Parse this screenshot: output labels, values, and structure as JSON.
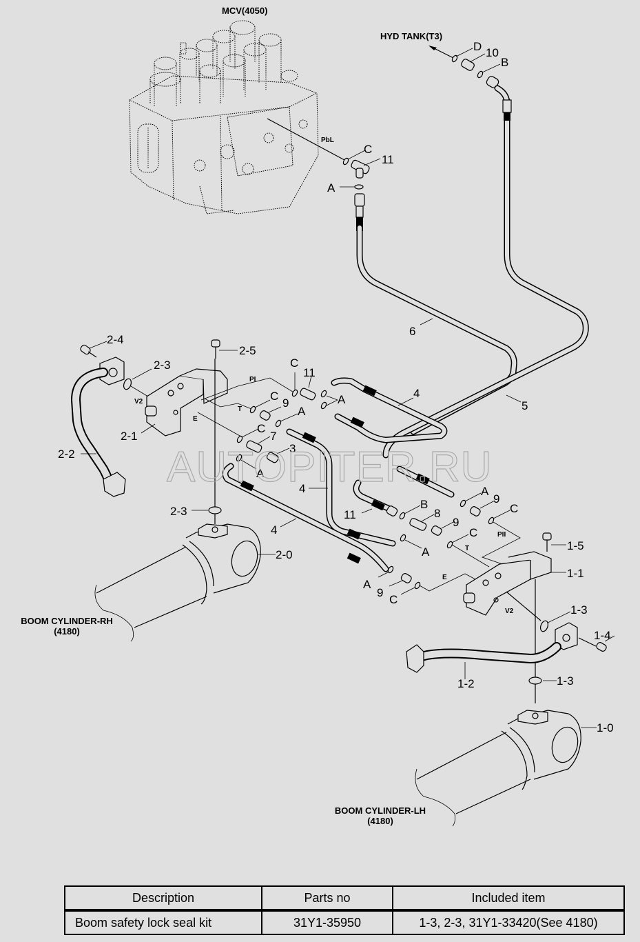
{
  "diagram": {
    "components": {
      "mcv": "MCV(4050)",
      "hyd_tank": "HYD TANK(T3)",
      "boom_rh_name": "BOOM CYLINDER-RH",
      "boom_rh_ref": "(4180)",
      "boom_lh_name": "BOOM CYLINDER-LH",
      "boom_lh_ref": "(4180)"
    },
    "port_labels": {
      "pbl": "PbL",
      "pi_rh": "PI",
      "t_rh": "T",
      "e_rh": "E",
      "v2_rh": "V2",
      "pi_lh": "PII",
      "t_lh": "T",
      "e_lh": "E",
      "v2_lh": "V2"
    },
    "callouts": {
      "d_top": "D",
      "p10": "10",
      "b_top": "B",
      "c_mcv": "C",
      "p11_mcv": "11",
      "a_mcv": "A",
      "p6": "6",
      "p5": "5",
      "p2_4": "2-4",
      "p2_5": "2-5",
      "p2_3_top": "2-3",
      "p2_1": "2-1",
      "p2_2": "2-2",
      "p2_3_bot": "2-3",
      "p2_0": "2-0",
      "c_r1": "C",
      "p11_r": "11",
      "a_r1": "A",
      "p4_top": "4",
      "c_r2": "C",
      "p9_r": "9",
      "a_r2": "A",
      "c_r3": "C",
      "p7": "7",
      "p3": "3",
      "a_r3": "A",
      "p4_mid": "4",
      "p4_left": "4",
      "p11_l": "11",
      "b_l": "B",
      "p8": "8",
      "a_l1": "A",
      "p9_l1": "9",
      "c_l1": "C",
      "p9_l2": "9",
      "c_l2": "C",
      "a_l2": "A",
      "a_l3": "A",
      "p9_l3": "9",
      "c_l3": "C",
      "p1_5": "1-5",
      "p1_1": "1-1",
      "p1_3_top": "1-3",
      "p1_4": "1-4",
      "p1_2": "1-2",
      "p1_3_bot": "1-3",
      "p1_0": "1-0"
    },
    "watermark": "AUTOPITER.RU"
  },
  "table": {
    "headers": [
      "Description",
      "Parts no",
      "Included item"
    ],
    "rows": [
      {
        "description": "Boom safety lock seal kit",
        "parts_no": "31Y1-35950",
        "included_item": "1-3, 2-3, 31Y1-33420(See 4180)"
      }
    ]
  }
}
